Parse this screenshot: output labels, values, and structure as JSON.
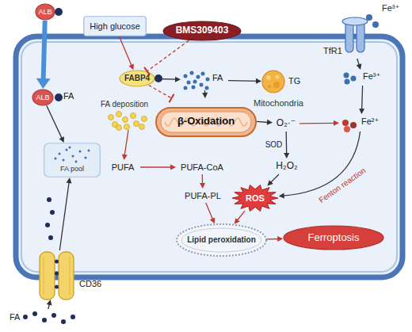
{
  "diagram": {
    "nodes": [
      {
        "text": [
          "ALB"
        ]
      },
      {
        "text": [
          "High glucose"
        ]
      },
      {
        "text": [
          "BMS309403"
        ]
      },
      {
        "text": [
          "TfR1"
        ]
      },
      {
        "text": [
          "Fe³⁺"
        ]
      },
      {
        "text": [
          "ALB",
          "FA"
        ]
      },
      {
        "text": [
          "FABP4"
        ]
      },
      {
        "text": [
          "FA"
        ]
      },
      {
        "text": [
          "TG"
        ]
      },
      {
        "text": [
          "FA deposition"
        ]
      },
      {
        "text": [
          "Mitochondria",
          "β-Oxidation"
        ]
      },
      {
        "text": [
          "O₂·⁻"
        ]
      },
      {
        "text": [
          "Fe²⁺"
        ]
      },
      {
        "text": [
          "FA pool"
        ]
      },
      {
        "text": [
          "PUFA"
        ]
      },
      {
        "text": [
          "PUFA-CoA"
        ]
      },
      {
        "text": [
          "H₂O₂"
        ]
      },
      {
        "text": [
          "PUFA-PL"
        ]
      },
      {
        "text": [
          "ROS"
        ]
      },
      {
        "text": [
          "Lipid peroxidation"
        ]
      },
      {
        "text": [
          "Ferroptosis"
        ]
      },
      {
        "text": [
          "CD36"
        ]
      },
      {
        "text": [
          "FA"
        ]
      }
    ],
    "edges": [
      {
        "from": 0,
        "to": 5,
        "arrow": "to"
      },
      {
        "from": 1,
        "to": 6,
        "arrow": "to"
      },
      {
        "from": 2,
        "to": 6,
        "arrow": "to"
      },
      {
        "from": 6,
        "to": 10,
        "arrow": "to"
      },
      {
        "from": 6,
        "to": 7,
        "arrow": "to"
      },
      {
        "from": 7,
        "to": 8,
        "arrow": "to"
      },
      {
        "from": 7,
        "to": 10,
        "arrow": "to"
      },
      {
        "from": 10,
        "to": 11,
        "arrow": "to"
      },
      {
        "from": 11,
        "to": 12,
        "arrow": "to"
      },
      {
        "from": 11,
        "to": 16,
        "label": "SOD",
        "arrow": "to"
      },
      {
        "from": 16,
        "to": 18,
        "arrow": "to"
      },
      {
        "from": 12,
        "to": 18,
        "label": "Fenton reaction",
        "arrow": "to"
      },
      {
        "from": 3,
        "to": 4,
        "arrow": "to"
      },
      {
        "from": 4,
        "to": 12,
        "arrow": "to"
      },
      {
        "from": 5,
        "to": 13,
        "arrow": "to"
      },
      {
        "from": 21,
        "to": 13,
        "arrow": "to"
      },
      {
        "from": 22,
        "to": 21,
        "arrow": "to"
      },
      {
        "from": 9,
        "to": 14,
        "arrow": "to"
      },
      {
        "from": 14,
        "to": 15,
        "arrow": "to"
      },
      {
        "from": 15,
        "to": 17,
        "arrow": "to"
      },
      {
        "from": 17,
        "to": 19,
        "arrow": "to"
      },
      {
        "from": 18,
        "to": 19,
        "arrow": "to"
      },
      {
        "from": 19,
        "to": 20,
        "arrow": "to"
      }
    ],
    "labels": [
      "Fe³⁺"
    ]
  }
}
